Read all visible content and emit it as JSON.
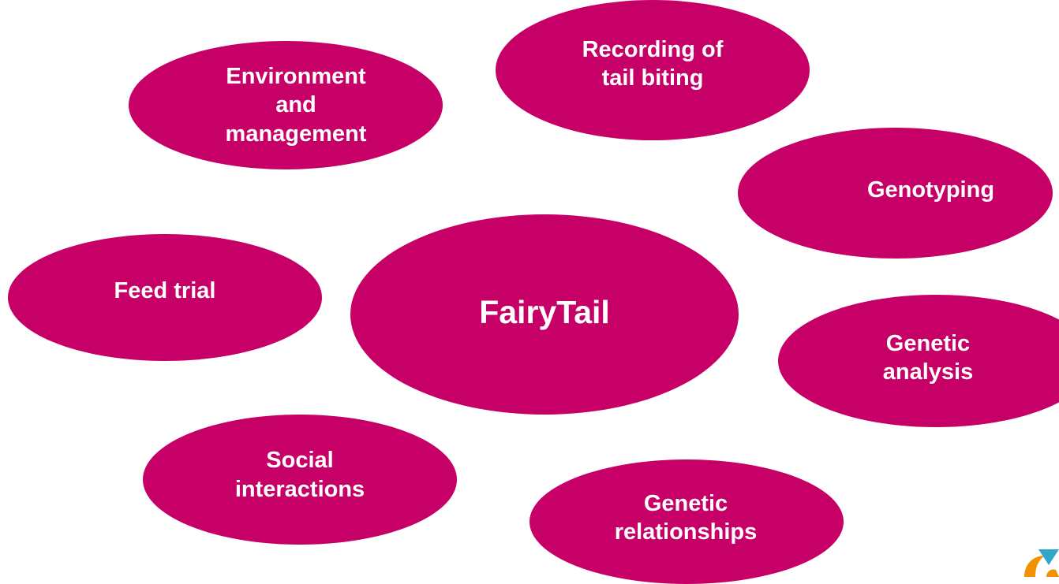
{
  "diagram": {
    "center": {
      "label": "FairyTail"
    },
    "topics": [
      {
        "id": "environment",
        "label": "Environment\nand\nmanagement"
      },
      {
        "id": "recording",
        "label": "Recording of\ntail biting"
      },
      {
        "id": "genotyping",
        "label": "Genotyping"
      },
      {
        "id": "feed-trial",
        "label": "Feed trial"
      },
      {
        "id": "genetic-analysis",
        "label": "Genetic\nanalysis"
      },
      {
        "id": "social",
        "label": "Social\ninteractions"
      },
      {
        "id": "genetic-relationships",
        "label": "Genetic\nrelationships"
      }
    ]
  },
  "colors": {
    "bubble": "#C70067",
    "text": "#FFFFFF",
    "logo_orange": "#F39200",
    "logo_blue": "#2FA8C9"
  },
  "logo": {
    "icon": "organization-logo-icon"
  }
}
